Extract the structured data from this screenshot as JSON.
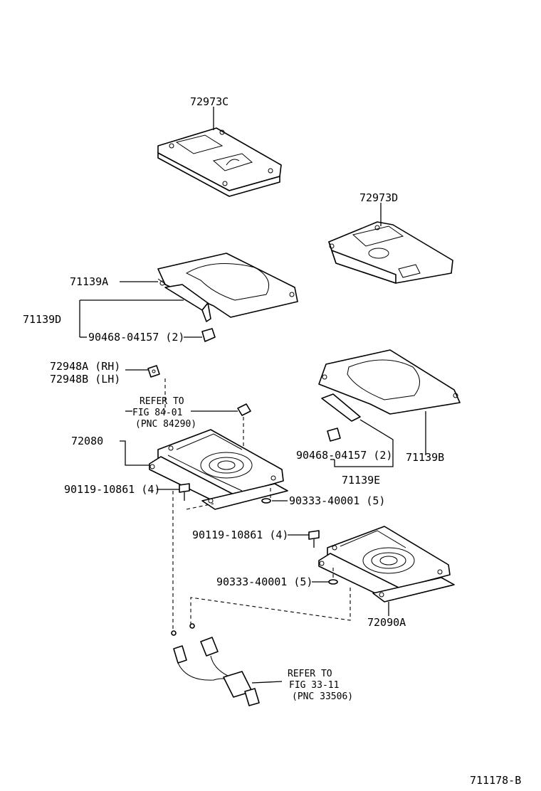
{
  "labels": {
    "cover_c": "72973C",
    "cover_d": "72973D",
    "cover_a": "71139A",
    "bracket_d": "71139D",
    "clip_upper": "90468-04157 (2)",
    "hook_rh": "72948A (RH)",
    "hook_lh": "72948B (LH)",
    "refer1_line1": "REFER TO",
    "refer1_line2": "FIG 84-01",
    "refer1_line3": "(PNC 84290)",
    "track_left": "72080",
    "bolt_left": "90119-10861 (4)",
    "washer_left": "90333-40001 (5)",
    "cover_b": "71139B",
    "clip_right": "90468-04157 (2)",
    "bracket_e": "71139E",
    "bolt_right": "90119-10861 (4)",
    "washer_right": "90333-40001 (5)",
    "track_right": "72090A",
    "refer2_line1": "REFER TO",
    "refer2_line2": "FIG 33-11",
    "refer2_line3": "(PNC 33506)",
    "figure_id": "711178-B"
  }
}
